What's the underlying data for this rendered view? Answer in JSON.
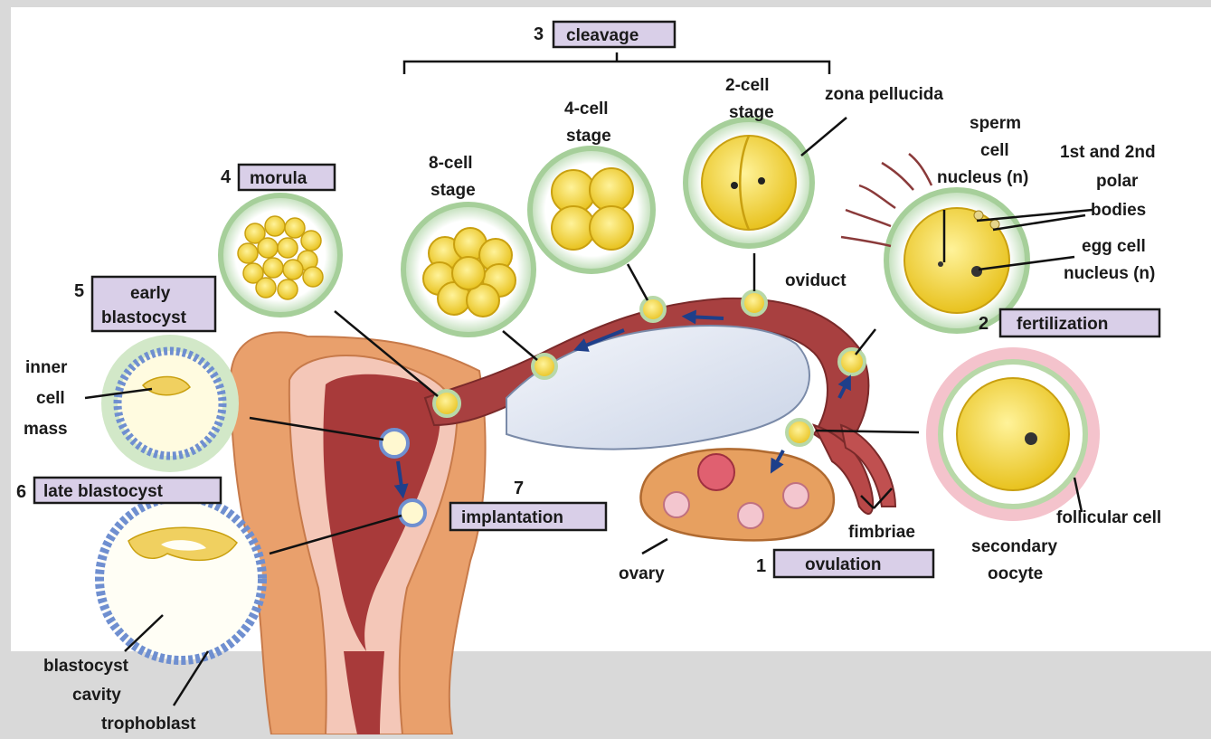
{
  "steps": {
    "ovulation": {
      "num": "1",
      "label": "ovulation"
    },
    "fertilization": {
      "num": "2",
      "label": "fertilization"
    },
    "cleavage": {
      "num": "3",
      "label": "cleavage"
    },
    "morula": {
      "num": "4",
      "label": "morula"
    },
    "early_blastocyst": {
      "num": "5",
      "line1": "early",
      "line2": "blastocyst"
    },
    "late_blastocyst": {
      "num": "6",
      "label": "late blastocyst"
    },
    "implantation": {
      "num": "7",
      "label": "implantation"
    }
  },
  "labels": {
    "two_cell": [
      "2-cell",
      "stage"
    ],
    "four_cell": [
      "4-cell",
      "stage"
    ],
    "eight_cell": [
      "8-cell",
      "stage"
    ],
    "zona_pellucida": "zona pellucida",
    "sperm_cell_nucleus": [
      "sperm",
      "cell",
      "nucleus (n)"
    ],
    "polar_bodies": [
      "1st and 2nd",
      "polar",
      "bodies"
    ],
    "egg_cell_nucleus": [
      "egg cell",
      "nucleus (n)"
    ],
    "oviduct": "oviduct",
    "inner_cell_mass": [
      "inner",
      "cell",
      "mass"
    ],
    "fimbriae": "fimbriae",
    "follicular_cell": "follicular cell",
    "secondary_oocyte": [
      "secondary",
      "oocyte"
    ],
    "ovary": "ovary",
    "blastocyst_cavity": [
      "blastocyst",
      "cavity"
    ],
    "trophoblast": "trophoblast"
  },
  "colors": {
    "background": "#d9d9d9",
    "panel": "#ffffff",
    "label_box": "#d9cfe8",
    "uterus_wall": "#e8a070",
    "uterus_lumen": "#a83a3a",
    "oviduct": "#a84040",
    "cell_yellow": "#f5d84a",
    "zona_green": "#cfe8c8",
    "blastocyst_blue": "#6f8fd0",
    "follicle_pink": "#e8a0b0",
    "arrow_blue": "#1e3f8a"
  }
}
